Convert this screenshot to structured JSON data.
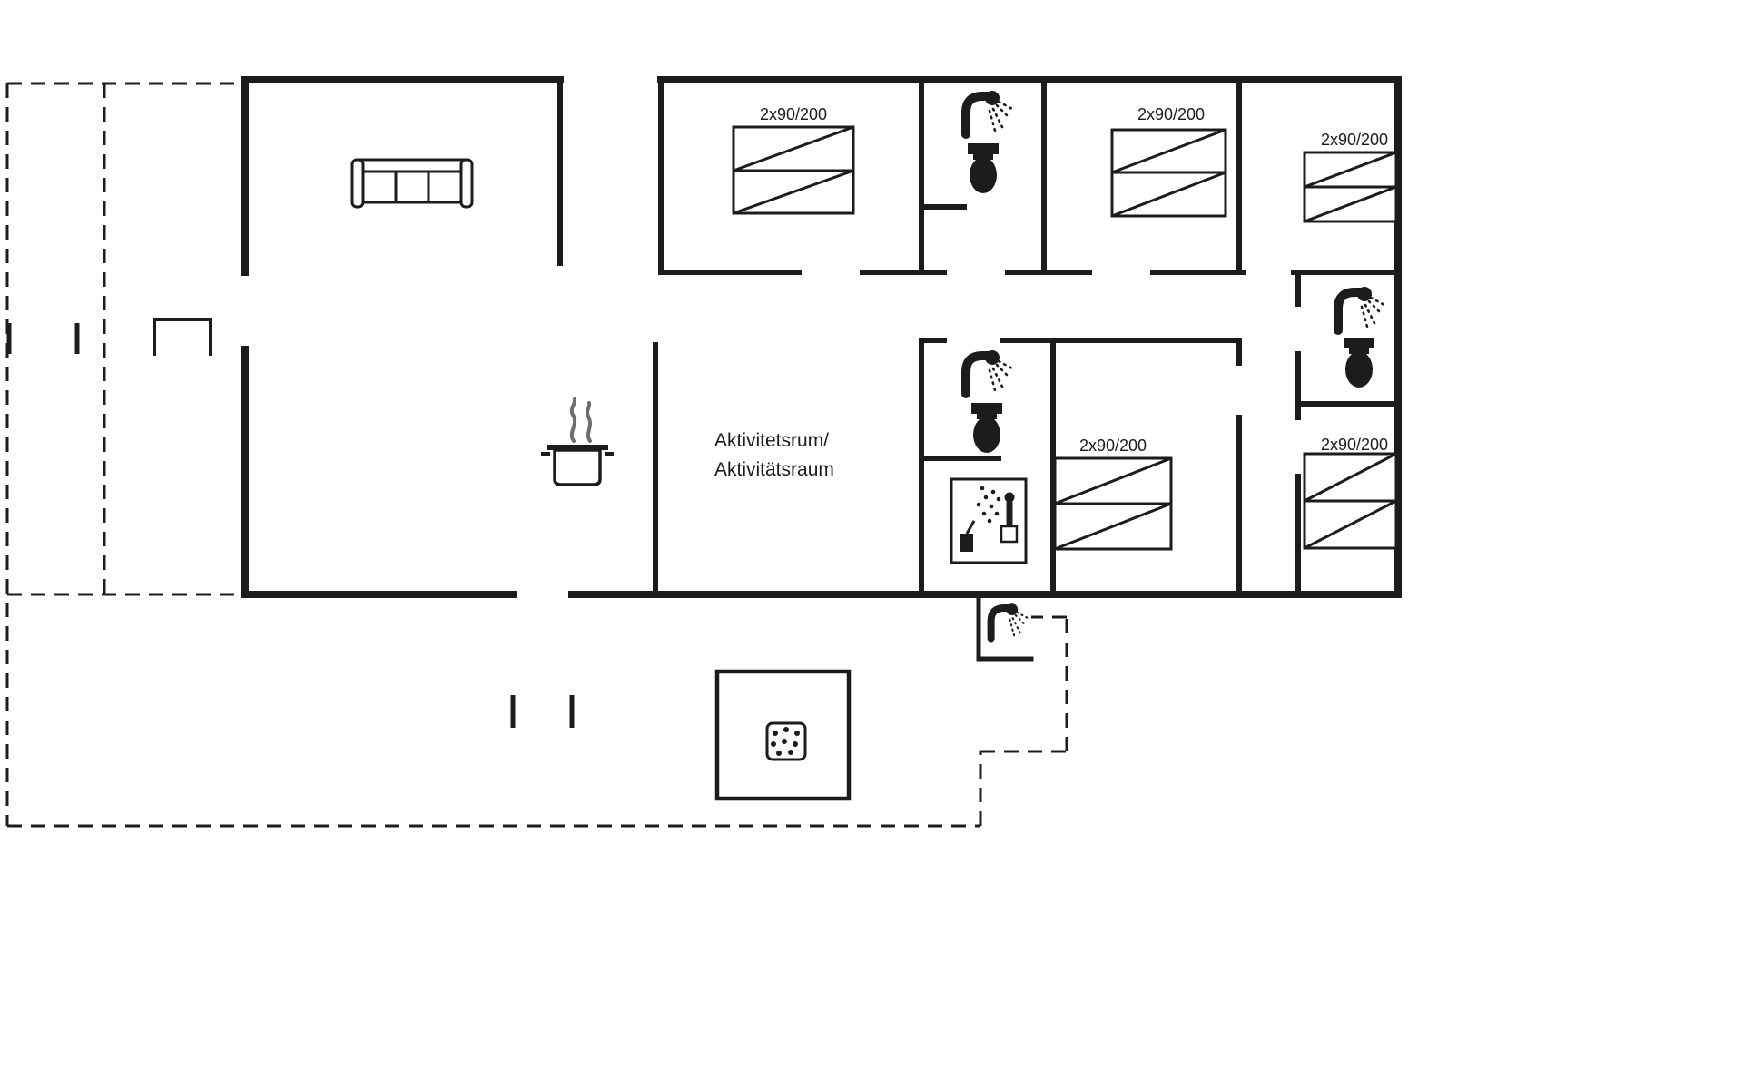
{
  "page": {
    "background": "#ffffff"
  },
  "colors": {
    "line": "#1c1c1c",
    "steam": "#6e6e6e",
    "background": "#ffffff"
  },
  "labels": {
    "activity_room_line1": "Aktivitetsrum/",
    "activity_room_line2": "Aktivitätsraum"
  },
  "beds": [
    {
      "label": "2x90/200"
    },
    {
      "label": "2x90/200"
    },
    {
      "label": "2x90/200"
    },
    {
      "label": "2x90/200"
    },
    {
      "label": "2x90/200"
    }
  ],
  "icons": {
    "sofa": "sofa-icon",
    "cooking_pot": "cooking-pot-icon",
    "shower": "shower-icon",
    "toilet": "toilet-icon",
    "sauna": "sauna-icon",
    "hot_tub": "hot-tub-icon"
  }
}
